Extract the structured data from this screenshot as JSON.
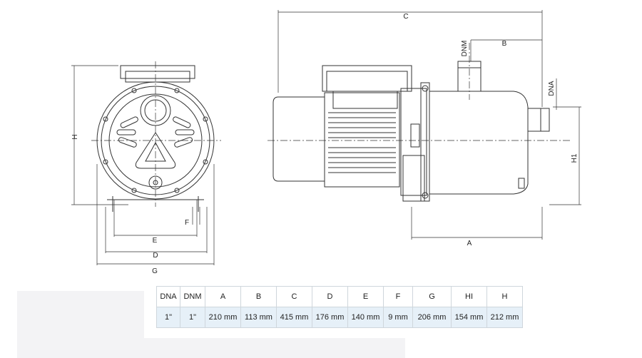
{
  "dimension_letters": {
    "front": {
      "h": "H",
      "f": "F",
      "e": "E",
      "d": "D",
      "g": "G"
    },
    "side": {
      "c": "C",
      "b": "B",
      "dnm": "DNM",
      "dna": "DNA",
      "h1": "H1",
      "a": "A"
    }
  },
  "table": {
    "headers": [
      "DNA",
      "DNM",
      "A",
      "B",
      "C",
      "D",
      "E",
      "F",
      "G",
      "HI",
      "H"
    ],
    "rows": [
      [
        "1\"",
        "1\"",
        "210 mm",
        "113 mm",
        "415 mm",
        "176 mm",
        "140 mm",
        "9 mm",
        "206 mm",
        "154 mm",
        "212 mm"
      ]
    ]
  }
}
